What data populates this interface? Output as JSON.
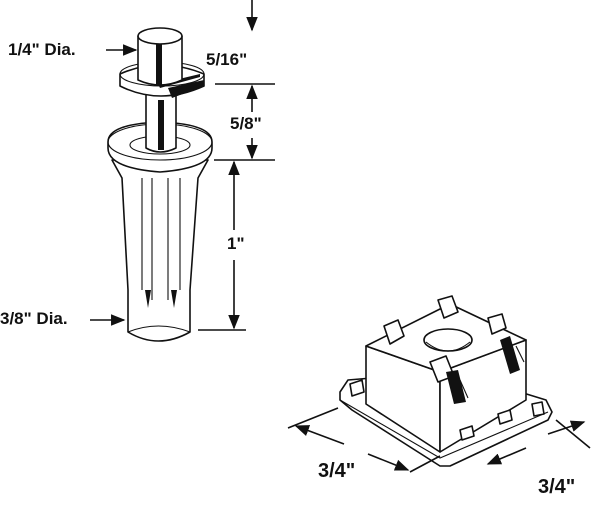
{
  "pin": {
    "pin_diameter": "1/4\" Dia.",
    "collar_height": "5/16\"",
    "neck_height": "5/8\"",
    "body_length": "1\"",
    "body_diameter": "3/8\" Dia."
  },
  "block": {
    "width": "3/4\"",
    "depth": "3/4\""
  }
}
